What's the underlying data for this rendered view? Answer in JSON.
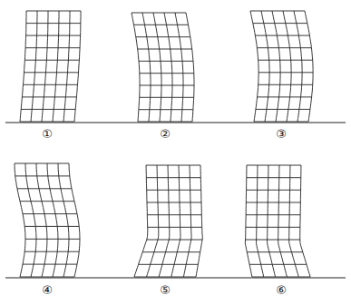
{
  "diagram": {
    "labels": [
      "①",
      "②",
      "③",
      "④",
      "⑤",
      "⑥"
    ]
  }
}
